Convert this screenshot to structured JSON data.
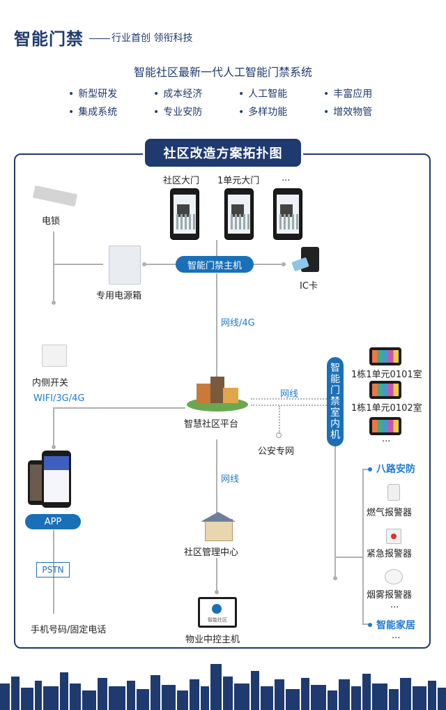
{
  "header": {
    "title": "智能门禁",
    "subtitle": "行业首创 领衔科技"
  },
  "headline": "智能社区最新一代人工智能门禁系统",
  "features": [
    "新型研发",
    "成本经济",
    "人工智能",
    "丰富应用",
    "集成系统",
    "专业安防",
    "多样功能",
    "增效物管"
  ],
  "diagram": {
    "banner": "社区改造方案拓扑图",
    "gates": [
      "社区大门",
      "1单元大门",
      "..."
    ],
    "host": "智能门禁主机",
    "lock": "电锁",
    "power_box": "专用电源箱",
    "ic_card": "IC卡",
    "link_upper": "网线/4G",
    "inner_switch": "内侧开关",
    "wireless": "WIFI/3G/4G",
    "platform": "智慧社区平台",
    "link_right": "网线",
    "police": "公安专网",
    "indoor_unit": "智能门禁室内机",
    "rooms": [
      "1栋1单元0101室",
      "1栋1单元0102室",
      "..."
    ],
    "app": "APP",
    "link_lower": "网线",
    "center": "社区管理中心",
    "pstn": "PSTN",
    "phone": "手机号码/固定电话",
    "property_host": "物业中控主机",
    "property_host_screen": "智能社区",
    "security_title": "八路安防",
    "alarms": [
      "燃气报警器",
      "紧急报警器",
      "烟雾报警器",
      "..."
    ],
    "smart_home": "智能家居",
    "smart_home_more": "..."
  },
  "colors": {
    "navy": "#1f3a6e",
    "pill_blue": "#1a70b8",
    "link_blue": "#1f7bd0",
    "line_gray": "#b0b0b0"
  }
}
